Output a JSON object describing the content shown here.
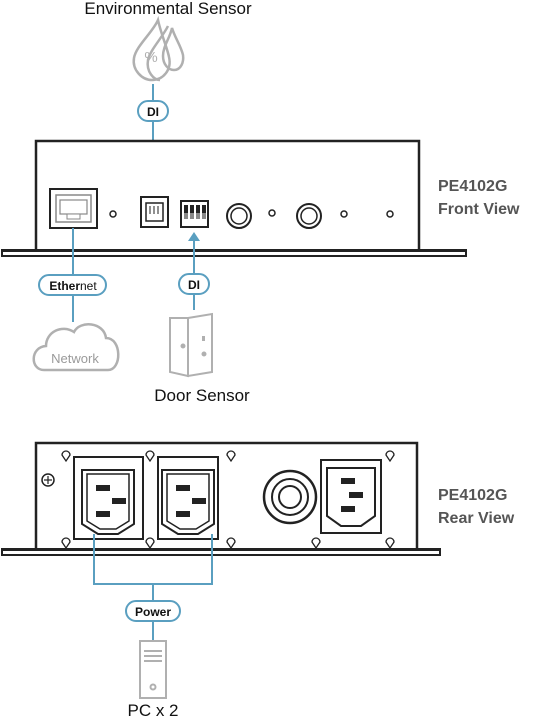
{
  "environmental_sensor": {
    "label": "Environmental Sensor",
    "icon": "humidity-drops-icon"
  },
  "front": {
    "model": "PE4102G",
    "view": "Front View",
    "di_top_badge": "DI",
    "ethernet_badge_bold": "Ether",
    "ethernet_badge_rest": "net",
    "network_label": "Network",
    "di_bottom_badge": "DI",
    "door_sensor_label": "Door Sensor"
  },
  "rear": {
    "model": "PE4102G",
    "view": "Rear View",
    "power_badge": "Power",
    "pc_label": "PC x 2"
  },
  "colors": {
    "line_blue": "#5a9fc0",
    "device_stroke": "#222222",
    "gray_icon": "#b0b0b0",
    "text": "#111111",
    "label_gray": "#555555"
  }
}
